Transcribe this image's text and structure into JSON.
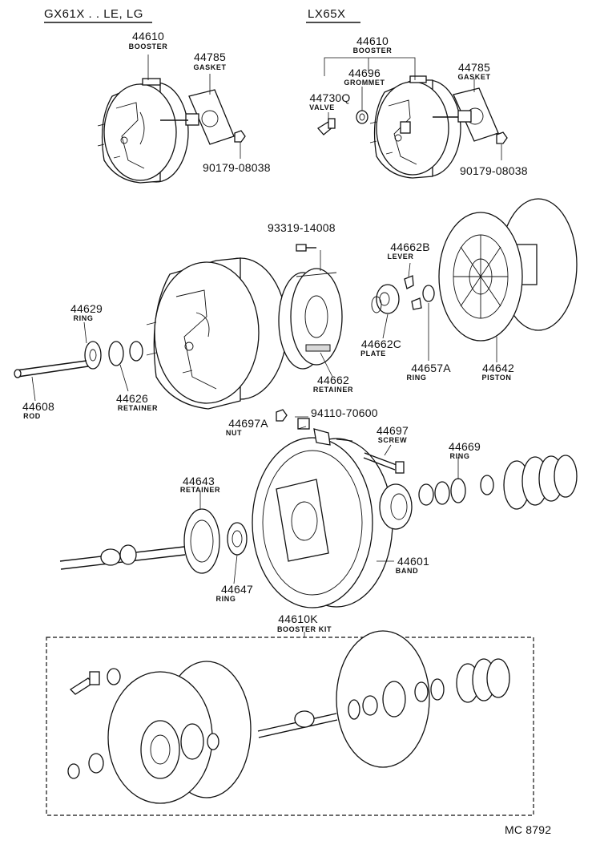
{
  "headers": {
    "left_model": "GX61X . . LE, LG",
    "right_model": "LX65X"
  },
  "labels": {
    "booster_left_pn": "44610",
    "booster_left_nm": "BOOSTER",
    "gasket_left_pn": "44785",
    "gasket_left_nm": "GASKET",
    "nut_left_pn": "90179-08038",
    "booster_right_pn": "44610",
    "booster_right_nm": "BOOSTER",
    "grommet_pn": "44696",
    "grommet_nm": "GROMMET",
    "valve_pn": "44730Q",
    "valve_nm": "VALVE",
    "gasket_right_pn": "44785",
    "gasket_right_nm": "GASKET",
    "nut_right_pn": "90179-08038",
    "bolt_pn": "93319-14008",
    "lever_pn": "44662B",
    "lever_nm": "LEVER",
    "ring_44629_pn": "44629",
    "ring_44629_nm": "RING",
    "plate_pn": "44662C",
    "plate_nm": "PLATE",
    "ring_44657a_pn": "44657A",
    "ring_44657a_nm": "RING",
    "piston_pn": "44642",
    "piston_nm": "PISTON",
    "retainer_44662_pn": "44662",
    "retainer_44662_nm": "RETAINER",
    "rod_pn": "44608",
    "rod_nm": "ROD",
    "retainer_44626_pn": "44626",
    "retainer_44626_nm": "RETAINER",
    "nut_94110_pn": "94110-70600",
    "nut_44697a_pn": "44697A",
    "nut_44697a_nm": "NUT",
    "screw_pn": "44697",
    "screw_nm": "SCREW",
    "ring_44669_pn": "44669",
    "ring_44669_nm": "RING",
    "retainer_44643_pn": "44643",
    "retainer_44643_nm": "RETAINER",
    "band_pn": "44601",
    "band_nm": "BAND",
    "ring_44647_pn": "44647",
    "ring_44647_nm": "RING",
    "kit_pn": "44610K",
    "kit_nm": "BOOSTER KIT",
    "figure_code": "MC 8792"
  }
}
